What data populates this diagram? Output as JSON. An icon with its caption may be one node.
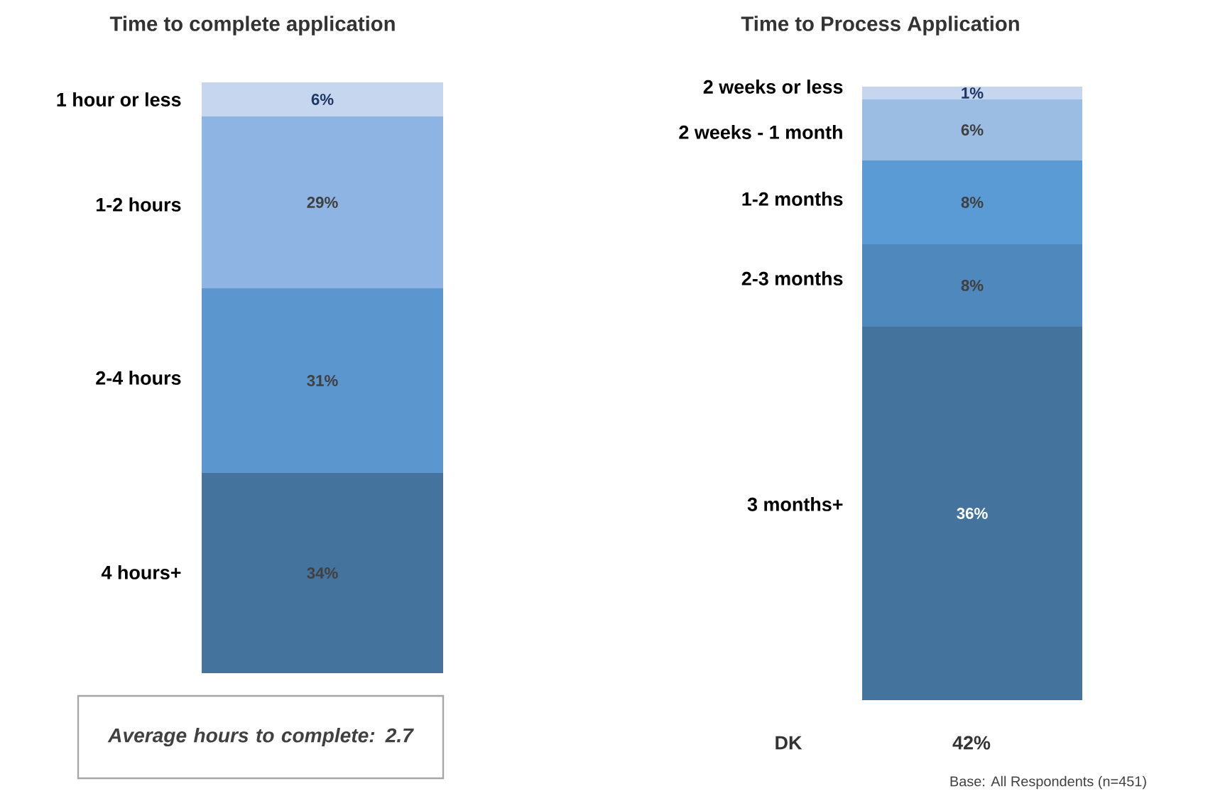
{
  "diagram": {
    "nodes": [
      {
        "text": [
          "6%"
        ],
        "beside": [
          "1 hour or less"
        ]
      },
      {
        "text": [
          "29%"
        ],
        "beside": [
          "1-2 hours"
        ]
      },
      {
        "text": [
          "31%"
        ],
        "beside": [
          "2-4 hours"
        ]
      },
      {
        "text": [
          "34%"
        ],
        "beside": [
          "4 hours+"
        ]
      },
      {
        "text": [
          "Average hours to complete: 2.7"
        ]
      },
      {
        "text": [
          "1%"
        ],
        "beside": [
          "2 weeks or less"
        ]
      },
      {
        "text": [
          "6%"
        ],
        "beside": [
          "2 weeks - 1 month"
        ]
      },
      {
        "text": [
          "8%"
        ],
        "beside": [
          "1-2 months"
        ]
      },
      {
        "text": [
          "8%"
        ],
        "beside": [
          "2-3 months"
        ]
      },
      {
        "text": [
          "36%"
        ],
        "beside": [
          "3 months+"
        ]
      }
    ],
    "labels": [
      "Time to complete application",
      "Time to Process Application",
      "DK",
      "42%",
      "Base: All Respondents (n=451)"
    ]
  }
}
